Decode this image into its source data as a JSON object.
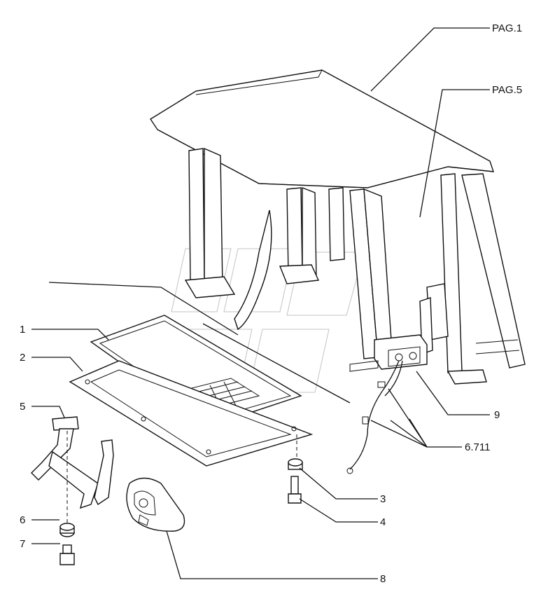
{
  "labels": {
    "pag1": "PAG.1",
    "pag5": "PAG.5",
    "p1": "1",
    "p2": "2",
    "p3": "3",
    "p4": "4",
    "p5": "5",
    "p6": "6",
    "p7": "7",
    "p8": "8",
    "p9": "9",
    "p6711": "6.711"
  },
  "colors": {
    "ink": "#111111",
    "background": "#ffffff",
    "watermark": "#888888"
  }
}
